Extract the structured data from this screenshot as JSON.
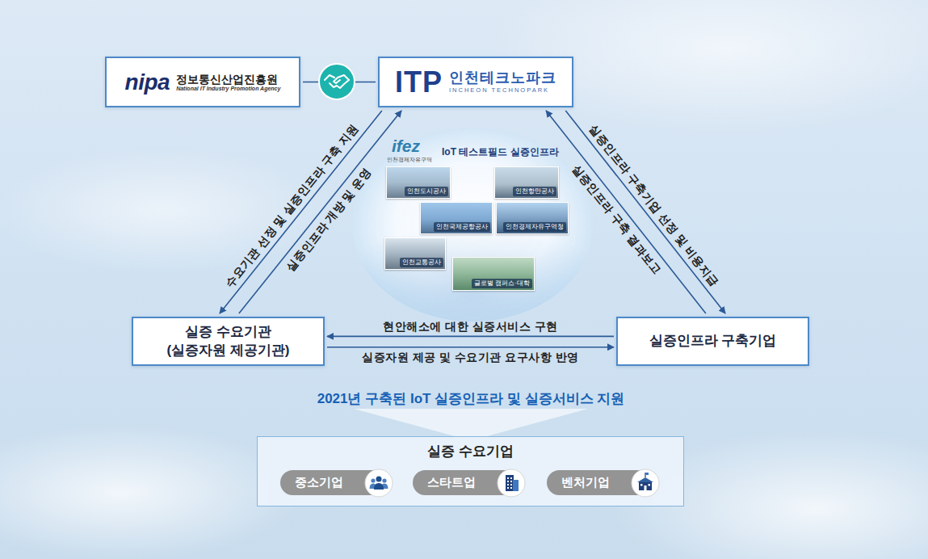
{
  "diagram": {
    "nodes": [
      {
        "text": [
          "nipa",
          "정보통신산업진흥원",
          "National IT Industry Promotion Agency"
        ]
      },
      {
        "text": [
          "ITP",
          "인천테크노파크",
          "INCHEON TECHNOPARK"
        ]
      },
      {
        "text": [
          "ifez",
          "인천경제자유구역",
          "IoT 테스트필드 실증인프라"
        ]
      },
      {
        "text": [
          "인천도시공사"
        ],
        "in": 2
      },
      {
        "text": [
          "인천항만공사"
        ],
        "in": 2
      },
      {
        "text": [
          "인천국제공항공사"
        ],
        "in": 2
      },
      {
        "text": [
          "인천경제자유구역청"
        ],
        "in": 2
      },
      {
        "text": [
          "인천교통공사"
        ],
        "in": 2
      },
      {
        "text": [
          "글로벌 캠퍼스·대학"
        ],
        "in": 2
      },
      {
        "text": [
          "실증 수요기관 (실증자원 제공기관)"
        ]
      },
      {
        "text": [
          "실증인프라 구축기업"
        ]
      },
      {
        "text": [
          "실증 수요기업"
        ]
      },
      {
        "text": [
          "중소기업"
        ],
        "in": 11
      },
      {
        "text": [
          "스타트업"
        ],
        "in": 11
      },
      {
        "text": [
          "벤처기업"
        ],
        "in": 11
      }
    ],
    "edges": [
      {
        "from": 0,
        "to": 1,
        "arrow": "none"
      },
      {
        "from": 1,
        "to": 9,
        "label": "수요기관 선정 및 실증인프라 구축 지원",
        "arrow": "to"
      },
      {
        "from": 9,
        "to": 1,
        "label": "실증인프라 개방 및 운영",
        "arrow": "to"
      },
      {
        "from": 1,
        "to": 10,
        "label": "실증인프라 구축기업 선정 및 비용지급",
        "arrow": "to"
      },
      {
        "from": 10,
        "to": 1,
        "label": "실증인프라 구축 결과보고",
        "arrow": "to"
      },
      {
        "from": 10,
        "to": 9,
        "label": "현안해소에 대한 실증서비스 구현",
        "arrow": "to"
      },
      {
        "from": 9,
        "to": 10,
        "label": "실증자원 제공 및 수요기관 요구사항 반영",
        "arrow": "to"
      }
    ],
    "labels": [
      "2021년 구축된 IoT 실증인프라 및 실증서비스 지원"
    ]
  }
}
